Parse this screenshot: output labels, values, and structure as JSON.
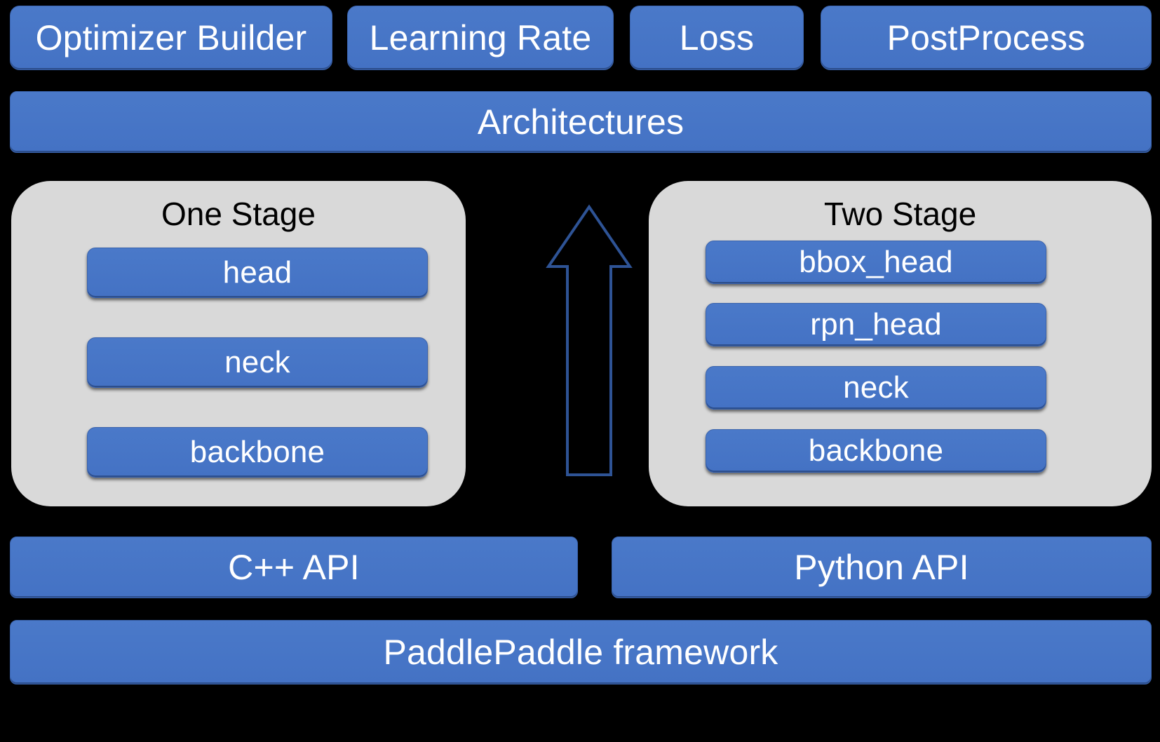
{
  "theme": {
    "background": "#000000",
    "block_blue": "#4472C4",
    "block_text": "#FFFFFF",
    "card_gray": "#D9D9D9",
    "card_title_text": "#000000",
    "arrow_stroke": "#2E5395"
  },
  "top_row": {
    "blocks": [
      {
        "label": "Optimizer Builder"
      },
      {
        "label": "Learning Rate"
      },
      {
        "label": "Loss"
      },
      {
        "label": "PostProcess"
      }
    ]
  },
  "architectures": {
    "label": "Architectures"
  },
  "arrow": {
    "name": "up-arrow",
    "direction": "up"
  },
  "stages": [
    {
      "id": "one-stage",
      "title": "One Stage",
      "components": [
        {
          "label": "head"
        },
        {
          "label": "neck"
        },
        {
          "label": "backbone"
        }
      ]
    },
    {
      "id": "two-stage",
      "title": "Two Stage",
      "components": [
        {
          "label": "bbox_head"
        },
        {
          "label": "rpn_head"
        },
        {
          "label": "neck"
        },
        {
          "label": "backbone"
        }
      ]
    }
  ],
  "api_row": {
    "blocks": [
      {
        "label": "C++ API"
      },
      {
        "label": "Python API"
      }
    ]
  },
  "framework": {
    "label": "PaddlePaddle framework"
  }
}
